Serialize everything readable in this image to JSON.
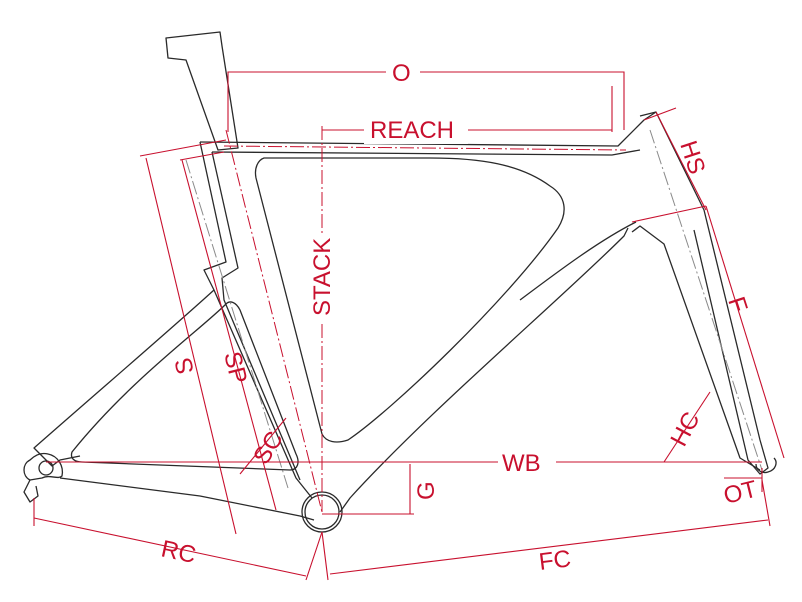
{
  "labels": {
    "o": "O",
    "reach": "REACH",
    "stack": "STACK",
    "hs": "HS",
    "f": "F",
    "s": "S",
    "sp": "SP",
    "sc": "SC",
    "hc": "HC",
    "wb": "WB",
    "g": "G",
    "ot": "OT",
    "rc": "RC",
    "fc": "FC"
  },
  "colors": {
    "dimension": "#c8102e",
    "frame": "#2a2a2a",
    "background": "#ffffff"
  }
}
